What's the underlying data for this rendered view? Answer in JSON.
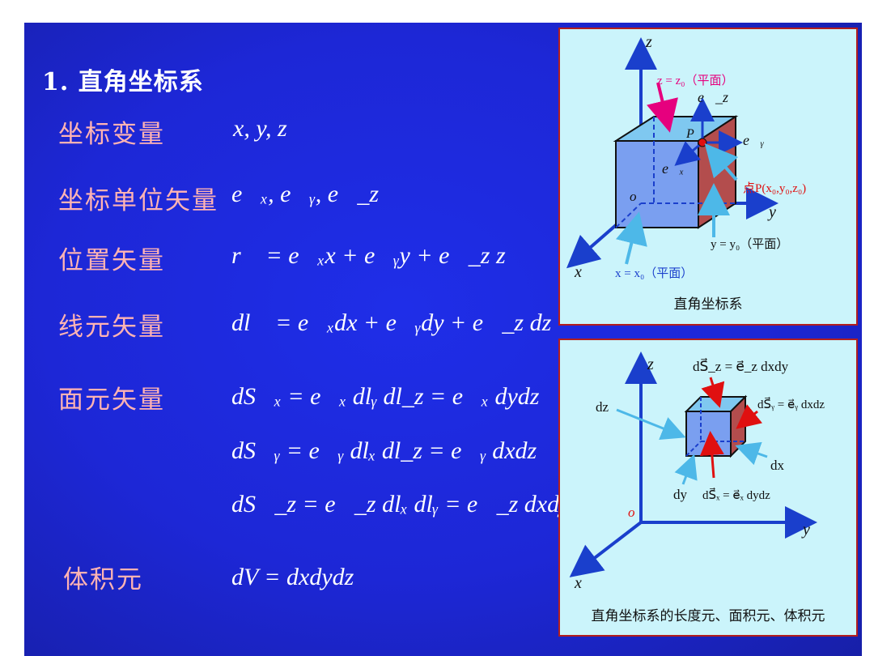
{
  "section": {
    "number": "1.",
    "title": "直角坐标系"
  },
  "rows": {
    "coord_vars": {
      "label": "坐标变量",
      "formula": "x, y, z"
    },
    "unit_vectors": {
      "label": "坐标单位矢量",
      "formula": "e⃗ₓ, e⃗ᵧ, e⃗_z"
    },
    "position": {
      "label": "位置矢量",
      "formula": "r⃗ = e⃗ₓx + e⃗ᵧy + e⃗_z z"
    },
    "line_elem": {
      "label": "线元矢量",
      "formula": "dl⃗ = e⃗ₓdx + e⃗ᵧdy + e⃗_z dz"
    },
    "surface_elem": {
      "label": "面元矢量",
      "formulas": [
        "dS⃗ₓ = e⃗ₓ dlᵧ dl_z = e⃗ₓ dydz",
        "dS⃗ᵧ = e⃗ᵧ dlₓ dl_z = e⃗ᵧ dxdz",
        "dS⃗_z = e⃗_z dlₓ dlᵧ = e⃗_z dxdy"
      ]
    },
    "volume_elem": {
      "label": "体积元",
      "formula": "dV = dxdydz"
    }
  },
  "figure1": {
    "caption": "直角坐标系",
    "axis_z": "z",
    "axis_y": "y",
    "axis_x": "x",
    "origin": "o",
    "point_label": "P",
    "ez": "e⃗_z",
    "ey": "e⃗ᵧ",
    "ex": "e⃗ₓ",
    "plane_z": "z = z₀（平面）",
    "plane_y": "y = y₀（平面）",
    "plane_x": "x = x₀（平面）",
    "point_text": "点P(x₀,y₀,z₀)"
  },
  "figure2": {
    "caption": "直角坐标系的长度元、面积元、体积元",
    "axis_z": "z",
    "axis_y": "y",
    "axis_x": "x",
    "origin": "o",
    "dSz": "dS⃗_z = e⃗_z dxdy",
    "dSy": "dS⃗ᵧ = e⃗ᵧ dxdz",
    "dSx": "dS⃗ₓ = e⃗ₓ dydz",
    "dz": "dz",
    "dy": "dy",
    "dx": "dx"
  },
  "colors": {
    "background": "#1d27d6",
    "label": "#ffb3b3",
    "panel_bg": "#cbf4fb",
    "panel_border": "#b21e1e",
    "axis": "#1a3fcc",
    "magenta": "#e6007e",
    "red": "#e01010",
    "light_blue": "#4db8e8"
  }
}
